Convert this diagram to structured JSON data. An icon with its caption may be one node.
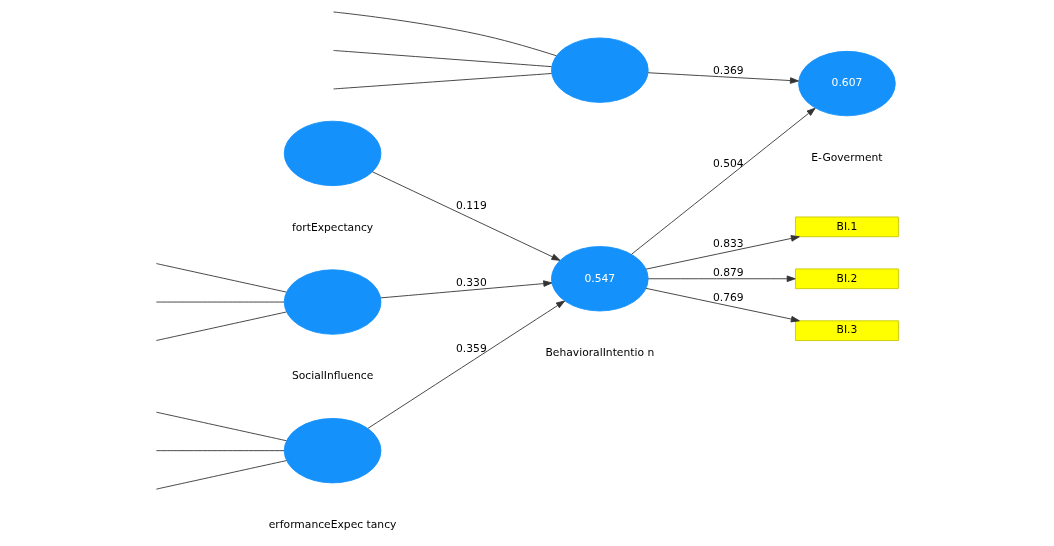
{
  "diagram": {
    "nodes": [
      {
        "text": [],
        "shape": "circle",
        "beside": [
          "erformanceExpec tancy"
        ]
      },
      {
        "text": [
          "BI.1"
        ]
      },
      {
        "text": [
          "BI.2"
        ]
      },
      {
        "text": [
          "BI.3"
        ]
      },
      {
        "text": [],
        "shape": "circle",
        "beside": [
          "fortExpectancy"
        ]
      },
      {
        "text": [
          "0.547"
        ],
        "beside": [
          "BehavioralIntentio n"
        ]
      },
      {
        "text": [
          "0.607"
        ],
        "beside": [
          "E-Goverment"
        ]
      },
      {
        "text": [],
        "shape": "circle",
        "beside": [
          "SocialInfluence"
        ]
      },
      {
        "text": [],
        "shape": "circle"
      }
    ],
    "edges": [
      {
        "from": null,
        "to": 0,
        "arrow": "none"
      },
      {
        "from": null,
        "to": 0,
        "arrow": "none"
      },
      {
        "from": null,
        "to": 0,
        "arrow": "none"
      },
      {
        "from": 0,
        "to": 5,
        "arrow": "to",
        "label": "0.359"
      },
      {
        "from": 5,
        "to": 1,
        "arrow": "to",
        "label": "0.833"
      },
      {
        "from": 5,
        "to": 2,
        "arrow": "to",
        "label": "0.879"
      },
      {
        "from": 5,
        "to": 3,
        "arrow": "to",
        "label": "0.769"
      },
      {
        "from": 4,
        "to": 5,
        "arrow": "to",
        "label": "0.119"
      },
      {
        "from": 7,
        "to": 5,
        "arrow": "to",
        "label": "0.330"
      },
      {
        "from": 5,
        "to": 6,
        "arrow": "to",
        "label": "0.504"
      },
      {
        "from": null,
        "to": 7,
        "arrow": "none"
      },
      {
        "from": null,
        "to": 7,
        "arrow": "none"
      },
      {
        "from": null,
        "to": 7,
        "arrow": "none"
      },
      {
        "from": null,
        "to": 8,
        "arrow": "none"
      },
      {
        "from": null,
        "to": 8,
        "arrow": "none"
      },
      {
        "from": null,
        "to": 8,
        "arrow": "none"
      },
      {
        "from": 8,
        "to": 6,
        "arrow": "to",
        "label": "0.369"
      }
    ]
  }
}
